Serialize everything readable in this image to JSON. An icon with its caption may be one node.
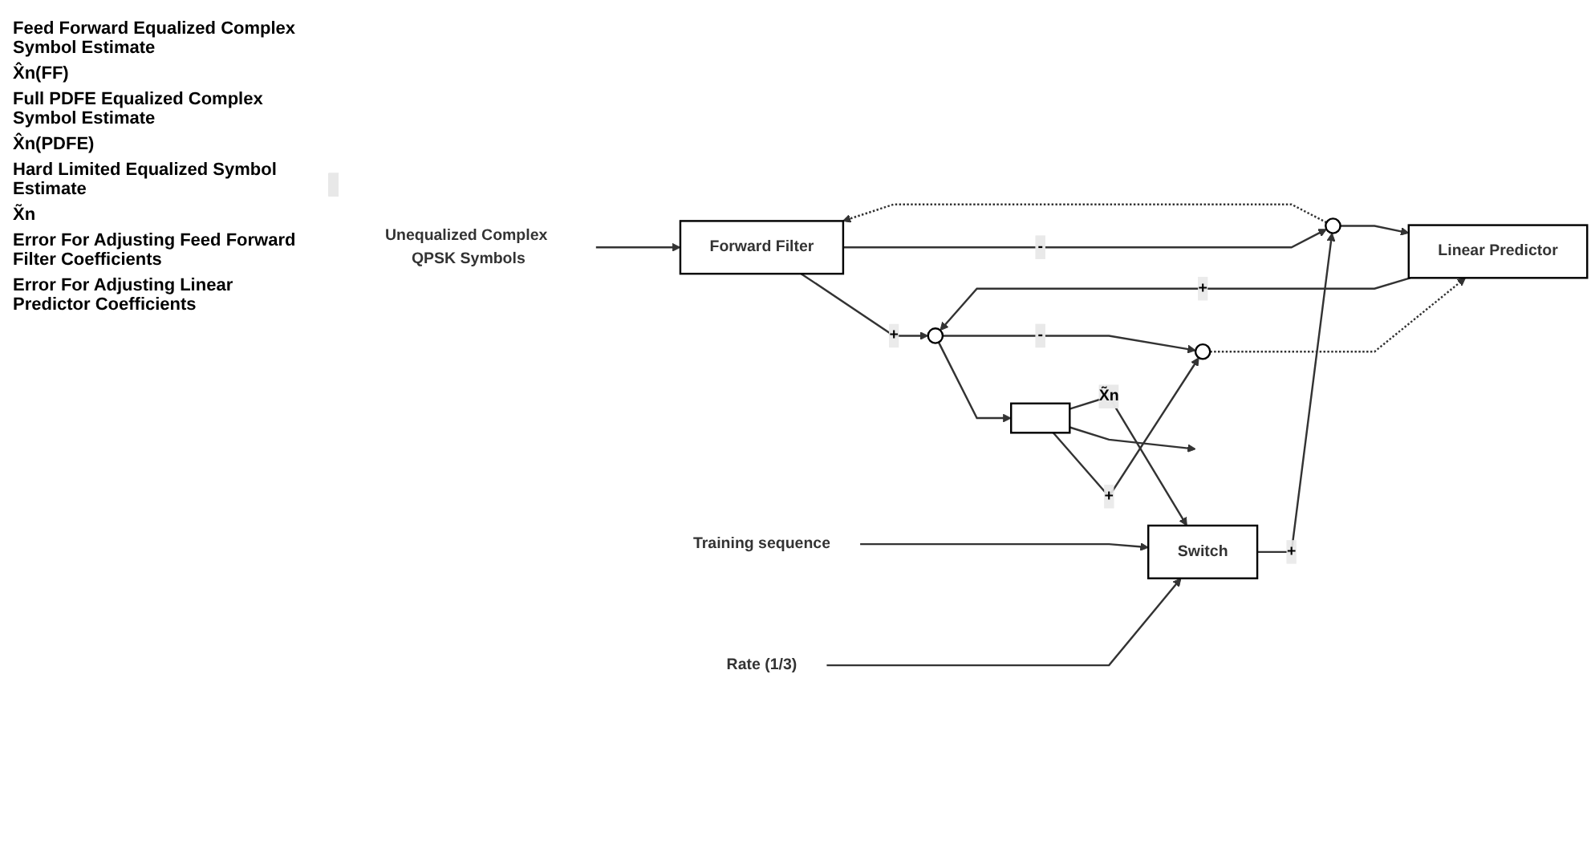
{
  "diagram": {
    "nodes": [
      {
        "text": [
          "Unequalized Complex QPSK Symbols"
        ]
      },
      {
        "text": [
          "Forward Filter"
        ]
      },
      {
        "text": [],
        "shape": "circle"
      },
      {
        "text": [],
        "shape": "box"
      },
      {
        "text": [],
        "shape": "circle"
      },
      {
        "text": [],
        "shape": "circle"
      },
      {
        "text": [
          "Linear Predictor"
        ]
      },
      {
        "text": [
          "Switch"
        ]
      },
      {
        "text": [
          "Training sequence"
        ]
      },
      {
        "text": [
          "Rate (1/3)"
        ]
      }
    ],
    "edges": [
      {
        "from": 0,
        "to": 1,
        "arrow": "to"
      },
      {
        "from": 1,
        "to": 2,
        "arrow": "to",
        "label": "+"
      },
      {
        "from": 1,
        "to": 5,
        "arrow": "to",
        "label": "-"
      },
      {
        "from": 2,
        "to": 3,
        "arrow": "to"
      },
      {
        "from": 2,
        "to": 4,
        "arrow": "to",
        "label": "-"
      },
      {
        "from": 3,
        "to": 4,
        "arrow": "to",
        "label": "+"
      },
      {
        "from": 3,
        "to": null,
        "arrow": "to"
      },
      {
        "from": 3,
        "to": 7,
        "arrow": "to",
        "label": "X̃n"
      },
      {
        "from": 5,
        "to": 6,
        "arrow": "to"
      },
      {
        "from": 6,
        "to": 2,
        "arrow": "to",
        "label": "+"
      },
      {
        "from": 7,
        "to": 5,
        "arrow": "to",
        "label": "+"
      },
      {
        "from": 8,
        "to": 7,
        "arrow": "to"
      },
      {
        "from": 9,
        "to": 7,
        "arrow": "to"
      },
      {
        "from": 5,
        "to": 1,
        "arrow": "to",
        "style": "dashed"
      },
      {
        "from": 4,
        "to": 6,
        "arrow": "to",
        "style": "dashed"
      }
    ],
    "labels": [
      "Feed Forward Equalized Complex Symbol Estimate",
      "X̂n(FF)",
      "Full PDFE Equalized Complex Symbol Estimate",
      "X̂n(PDFE)",
      "Hard Limited Equalized Symbol Estimate",
      "X̃n",
      "Error For Adjusting Feed Forward Filter Coefficients",
      "Error For Adjusting Linear Predictor Coefficients"
    ]
  }
}
